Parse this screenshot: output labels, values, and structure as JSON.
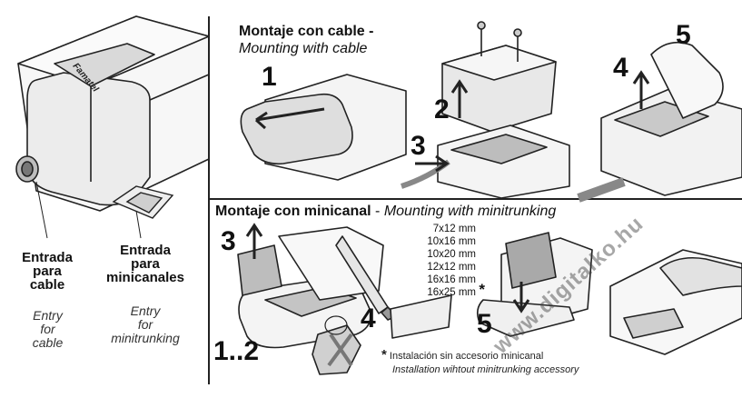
{
  "left": {
    "cable_entry": {
      "es": "Entrada\npara\ncable",
      "en": "Entry\nfor\ncable"
    },
    "minitrunking_entry": {
      "es": "Entrada\npara\nminicanales",
      "en": "Entry\nfor\nminitrunking"
    },
    "logo_text": "Famatel"
  },
  "top": {
    "title_es": "Montaje con cable",
    "title_sep": " -",
    "title_en": "Mounting with cable",
    "steps": [
      "1",
      "2",
      "3",
      "4",
      "5"
    ]
  },
  "bottom": {
    "title_es": "Montaje con minicanal",
    "title_sep": " - ",
    "title_en": "Mounting with minitrunking",
    "sizes": [
      "7x12 mm",
      "10x16 mm",
      "10x20 mm",
      "12x12 mm",
      "16x16 mm",
      "16x25 mm"
    ],
    "size_mark": "*",
    "steps": [
      "3",
      "4",
      "1..2",
      "5"
    ],
    "note_mark": "*",
    "note_es": "Instalación sin accesorio minicanal",
    "note_en": "Installation wihtout minitrunking accessory"
  },
  "watermark": "www.digitalko.hu",
  "colors": {
    "line": "#222222",
    "shade": "#9a9a9a",
    "fill": "#f2f2f2"
  }
}
